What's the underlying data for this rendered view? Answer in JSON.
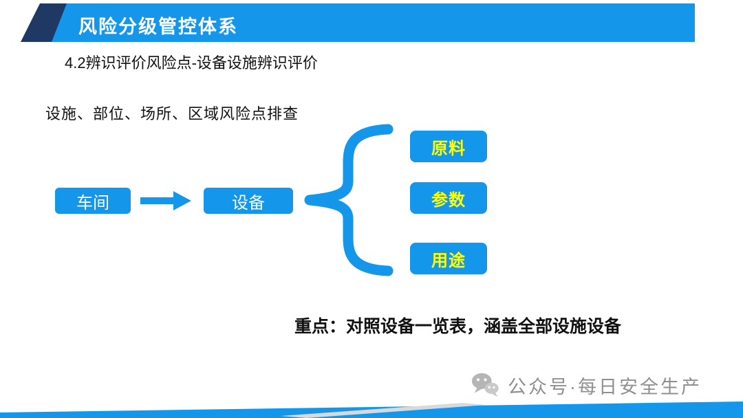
{
  "slide": {
    "title": "风险分级管控体系",
    "section_heading": "4.2辨识评价风险点-设备设施辨识评价"
  },
  "diagram": {
    "lead": "设施、部位、场所、区域风险点排查",
    "workshop_label": "车间",
    "equipment_label": "设备",
    "branches": [
      "原料",
      "参数",
      "用途"
    ],
    "key_note": "重点：对照设备一览表，涵盖全部设施设备"
  },
  "footer": {
    "wechat_label": "公众号·每日安全生产"
  },
  "colors": {
    "primary": "#1496eb",
    "navy": "#1f3864",
    "branch_text": "#ffff00",
    "footer_gray": "#8f8f8f",
    "icon_gray": "#b5b5b5",
    "ribbon_gray": "#d9d9d9",
    "text_dark": "#111111"
  }
}
